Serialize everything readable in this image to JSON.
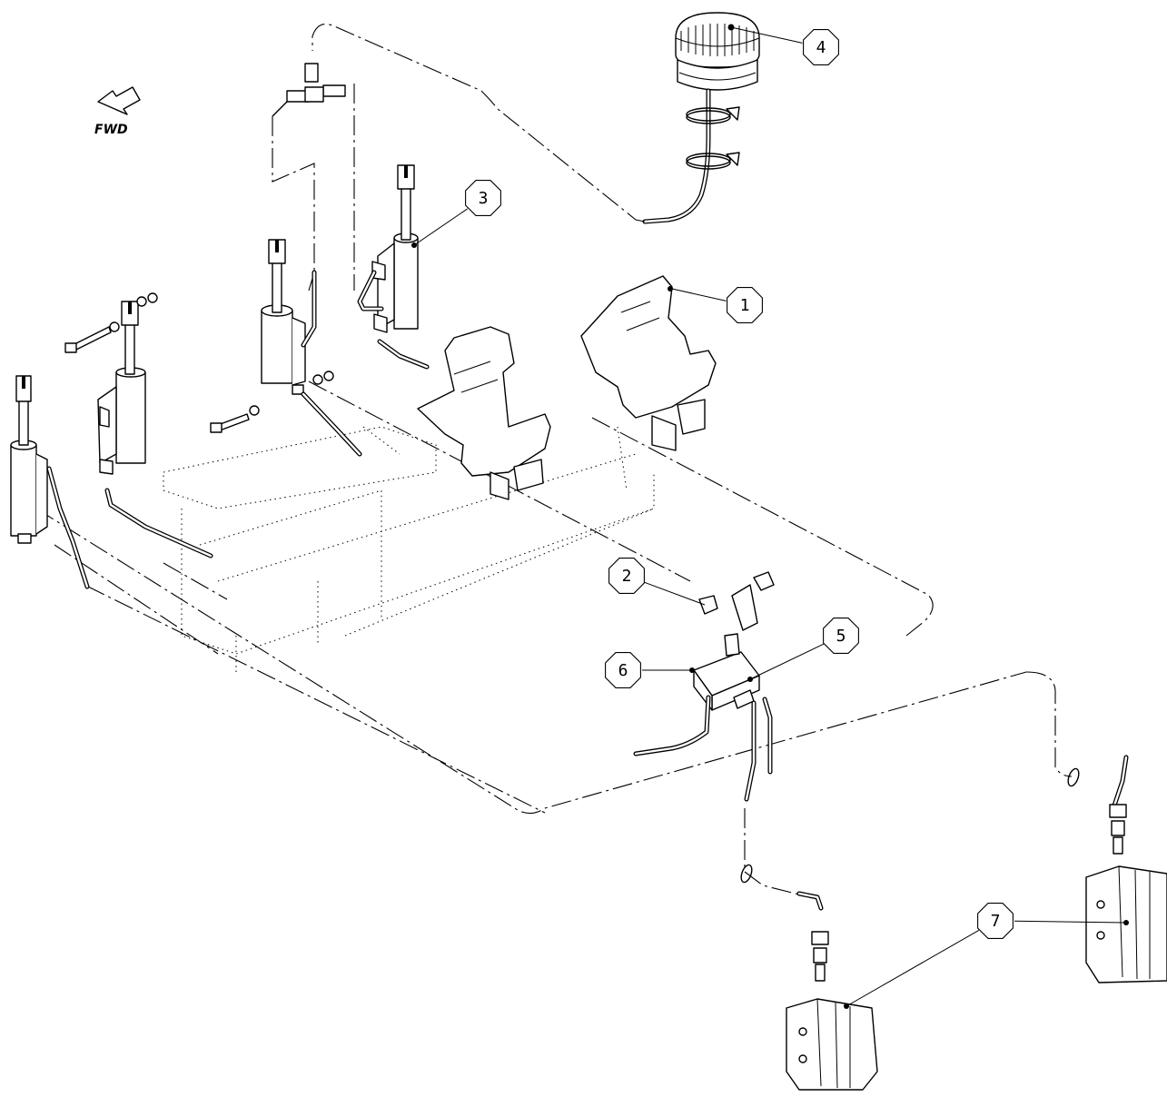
{
  "orientation": {
    "label": "FWD",
    "icon": "forward-arrow-icon"
  },
  "callouts": [
    {
      "id": "callout-1",
      "label": "1"
    },
    {
      "id": "callout-2",
      "label": "2"
    },
    {
      "id": "callout-3",
      "label": "3"
    },
    {
      "id": "callout-4",
      "label": "4"
    },
    {
      "id": "callout-5",
      "label": "5"
    },
    {
      "id": "callout-6",
      "label": "6"
    },
    {
      "id": "callout-7",
      "label": "7"
    }
  ],
  "colors": {
    "line": "#000000",
    "background": "#ffffff"
  }
}
